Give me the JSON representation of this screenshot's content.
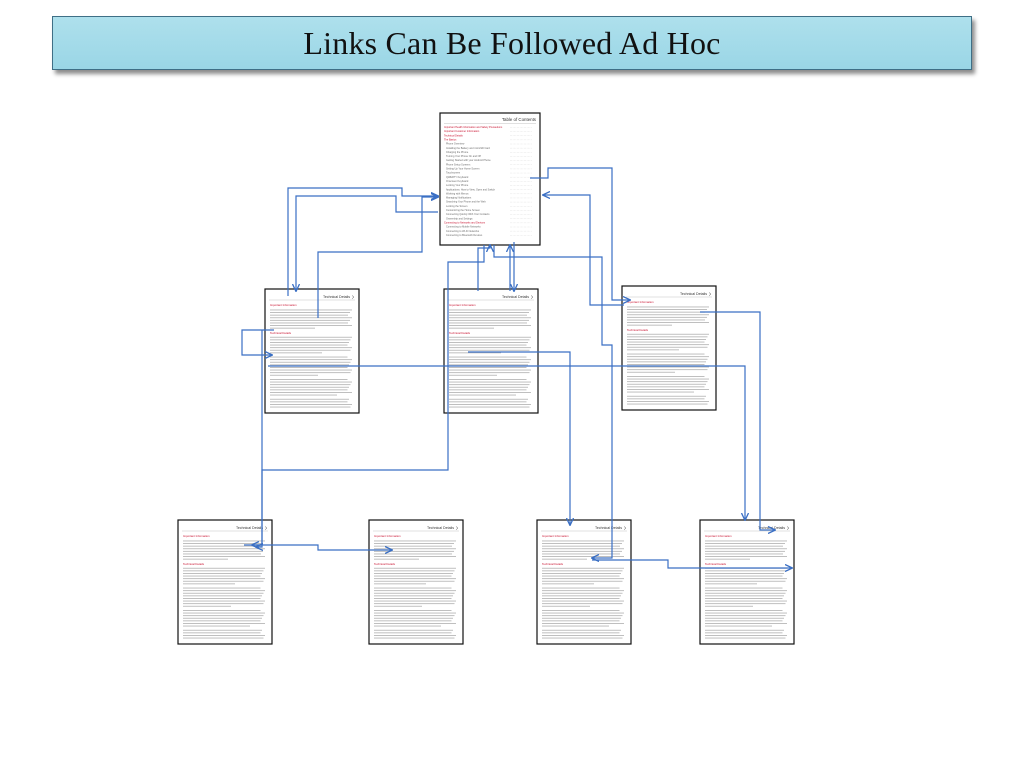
{
  "slide": {
    "title": "Links Can Be Followed Ad Hoc"
  },
  "colors": {
    "title_bar_fill": "#a6dbe9",
    "title_bar_border": "#3f6f86",
    "arrow": "#3a6fc4",
    "doc_red": "#c8102e",
    "doc_text": "#b8b8b8",
    "doc_border": "#111111"
  },
  "toc_page": {
    "heading": "Table of Contents",
    "entries": [
      "Important Health Information and Safety Precautions",
      "Important Customer Information",
      "Technical Details",
      "The Basics",
      "Phone Overview",
      "Installing the Battery and microSD Card",
      "Charging the Phone",
      "Turning Your Phone On and Off",
      "Getting Started with your Android Phone",
      "Phone Setup Screens",
      "Setting Up Your Home Screen",
      "Touchscreen",
      "QWERTY Keyboard",
      "Onscreen Keyboard",
      "Locking Your Phone",
      "Applications: How to View, Open and Switch",
      "Working with Menus",
      "Managing Notifications",
      "Searching Your Phone and the Web",
      "Locking the Screen",
      "Customizing the Home Screen",
      "Connecting Quickly With Your Contacts",
      "Ownership and Settings",
      "Connecting to Networks and Devices",
      "Connecting to Mobile Networks",
      "Connecting to Wi-Fi Networks",
      "Connecting to Bluetooth Devices"
    ]
  },
  "detail_page": {
    "header": "Technical Details",
    "sections": [
      "Important Information",
      "Technical Details"
    ]
  }
}
